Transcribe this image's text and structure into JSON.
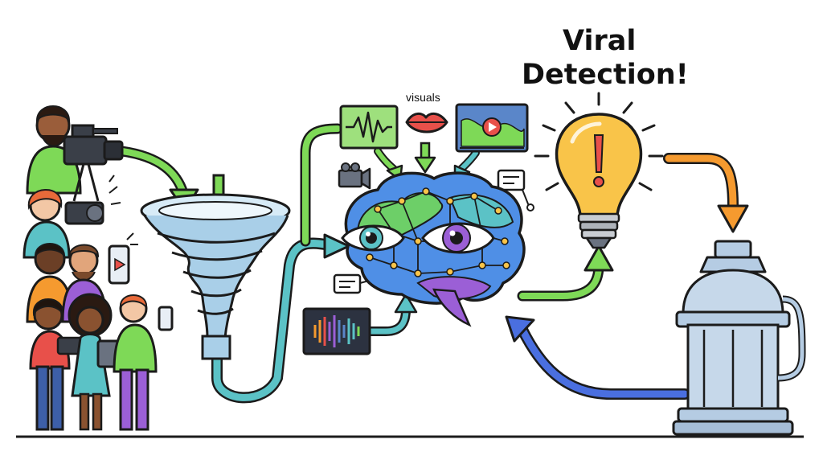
{
  "headline": {
    "line1": "Viral",
    "line2": "Detection!"
  },
  "labels": {
    "visuals": "visuals"
  },
  "colors": {
    "green_arrow": "#7ed957",
    "teal_arrow": "#5bc2c6",
    "blue_arrow": "#4a6fe0",
    "orange_arrow": "#f59a2f",
    "brain_green": "#6dcf68",
    "brain_blue": "#4f8fe6",
    "brain_purple": "#9b5fd6",
    "bulb_yellow": "#f9c449",
    "funnel_blue": "#a9cfe8",
    "tank_blue": "#b5cce3"
  },
  "icons": [
    "video-camera-icon",
    "waveform-icon",
    "lips-icon",
    "video-player-icon",
    "small-camera-icon",
    "chat-bubble-icon",
    "audio-spectrum-icon",
    "smartphone-icon",
    "tablet-icon",
    "lightbulb-icon",
    "exclamation-icon"
  ]
}
